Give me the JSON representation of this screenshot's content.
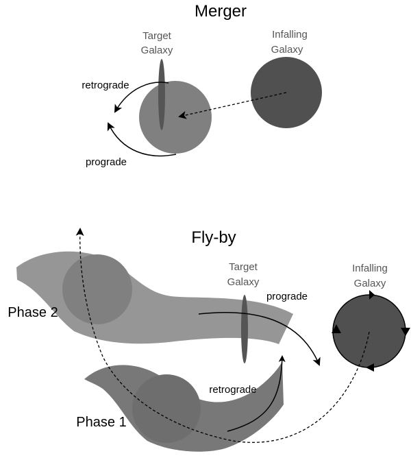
{
  "merger": {
    "title": "Merger",
    "target_line1": "Target",
    "target_line2": "Galaxy",
    "infalling_line1": "Infalling",
    "infalling_line2": "Galaxy",
    "retrograde": "retrograde",
    "prograde": "prograde"
  },
  "flyby": {
    "title": "Fly-by",
    "target_line1": "Target",
    "target_line2": "Galaxy",
    "infalling_line1": "Infalling",
    "infalling_line2": "Galaxy",
    "prograde": "prograde",
    "retrograde": "retrograde",
    "phase2": "Phase 2",
    "phase1": "Phase 1"
  },
  "colors": {
    "target_gray": "#808080",
    "infalling_dark": "#505050",
    "tidal_light": "#969696",
    "tidal_mid": "#787878",
    "disk": "#555555",
    "line": "#000000"
  }
}
